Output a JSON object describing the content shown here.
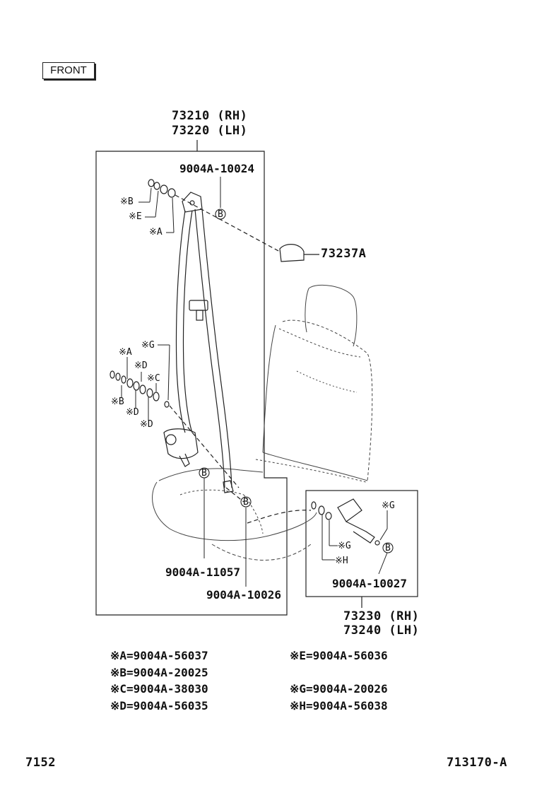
{
  "front_label": "FRONT",
  "assembly": {
    "rh": "73210 (RH)",
    "lh": "73220 (LH)"
  },
  "parts": {
    "bolt_top": "9004A-10024",
    "cover": "73237A",
    "bolt_retractor": "9004A-11057",
    "bolt_anchor": "9004A-10026",
    "bolt_buckle": "9004A-10027"
  },
  "buckle_assembly": {
    "rh": "73230 (RH)",
    "lh": "73240 (LH)"
  },
  "callouts": {
    "B": "※B",
    "E": "※E",
    "A": "※A",
    "G": "※G",
    "D": "※D",
    "C": "※C",
    "H": "※H",
    "circle_b": "B"
  },
  "legend": [
    {
      "key": "※A=",
      "value": "9004A-56037"
    },
    {
      "key": "※B=",
      "value": "9004A-20025"
    },
    {
      "key": "※C=",
      "value": "9004A-38030"
    },
    {
      "key": "※D=",
      "value": "9004A-56035"
    },
    {
      "key": "※E=",
      "value": "9004A-56036"
    },
    {
      "key": "※G=",
      "value": "9004A-20026"
    },
    {
      "key": "※H=",
      "value": "9004A-56038"
    }
  ],
  "footer": {
    "page_code": "7152",
    "figure_code": "713170-A"
  }
}
